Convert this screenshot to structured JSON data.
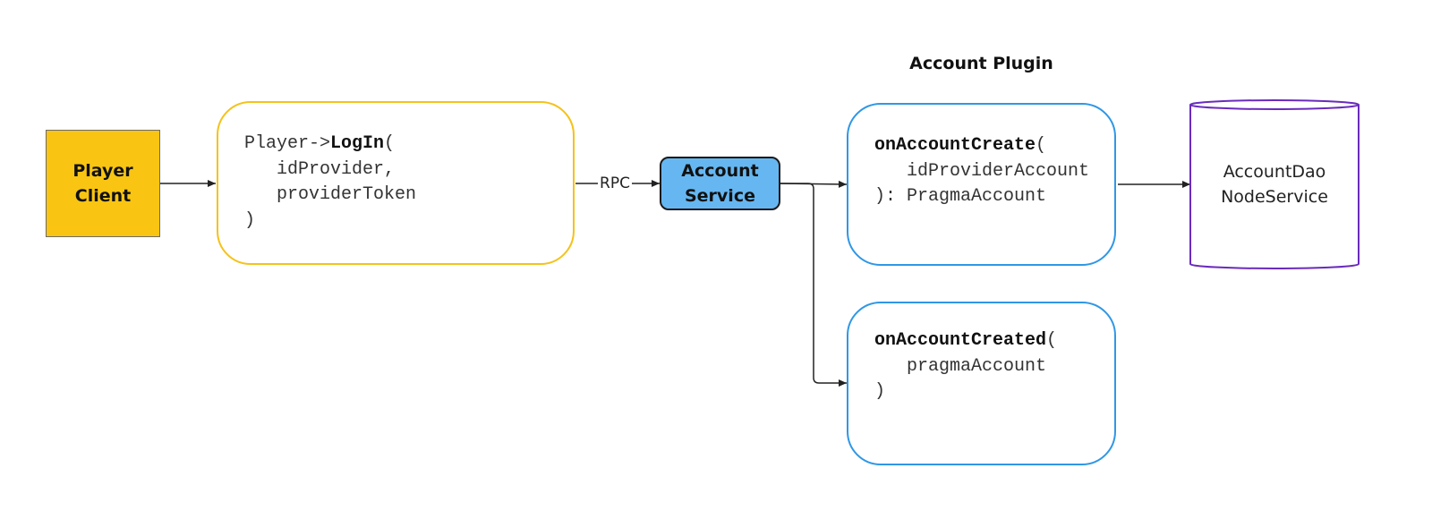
{
  "player_client": {
    "line1": "Player",
    "line2": "Client"
  },
  "login_call": {
    "prefix": "Player->",
    "method": "LogIn",
    "open": "(",
    "param1": "   idProvider,",
    "param2": "   providerToken",
    "close": ")"
  },
  "edge_label": "RPC",
  "account_service": {
    "line1": "Account",
    "line2": "Service"
  },
  "plugin": {
    "title": "Account Plugin",
    "create": {
      "method": "onAccountCreate",
      "open": "(",
      "param": "   idProviderAccount",
      "close": "): PragmaAccount"
    },
    "created": {
      "method": "onAccountCreated",
      "open": "(",
      "param": "   pragmaAccount",
      "close": ")"
    }
  },
  "dao": {
    "line1": "AccountDao",
    "line2": "NodeService"
  },
  "colors": {
    "player_fill": "#f9c512",
    "login_border": "#f5c21b",
    "service_fill": "#66b7f1",
    "plugin_border": "#2f97e6",
    "dao_border": "#6a2bbd"
  }
}
